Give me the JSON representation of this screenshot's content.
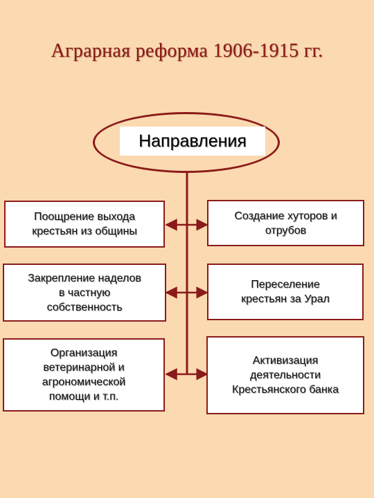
{
  "title": "Аграрная реформа 1906-1915 гг.",
  "center": "Направления",
  "left_boxes": [
    "Поощрение выхода\nкрестьян из общины",
    "Закрепление наделов\nв частную\nсобственность",
    "Организация\nветеринарной и\nагрономической\nпомощи и т.п."
  ],
  "right_boxes": [
    "Создание хуторов и\nотрубов",
    "Переселение\nкрестьян  за Урал",
    "Активизация\nдеятельности\nКрестьянского банка"
  ],
  "colors": {
    "accent": "#8b1a1a",
    "background": "#fbd9b1",
    "box": "#ffffff"
  }
}
